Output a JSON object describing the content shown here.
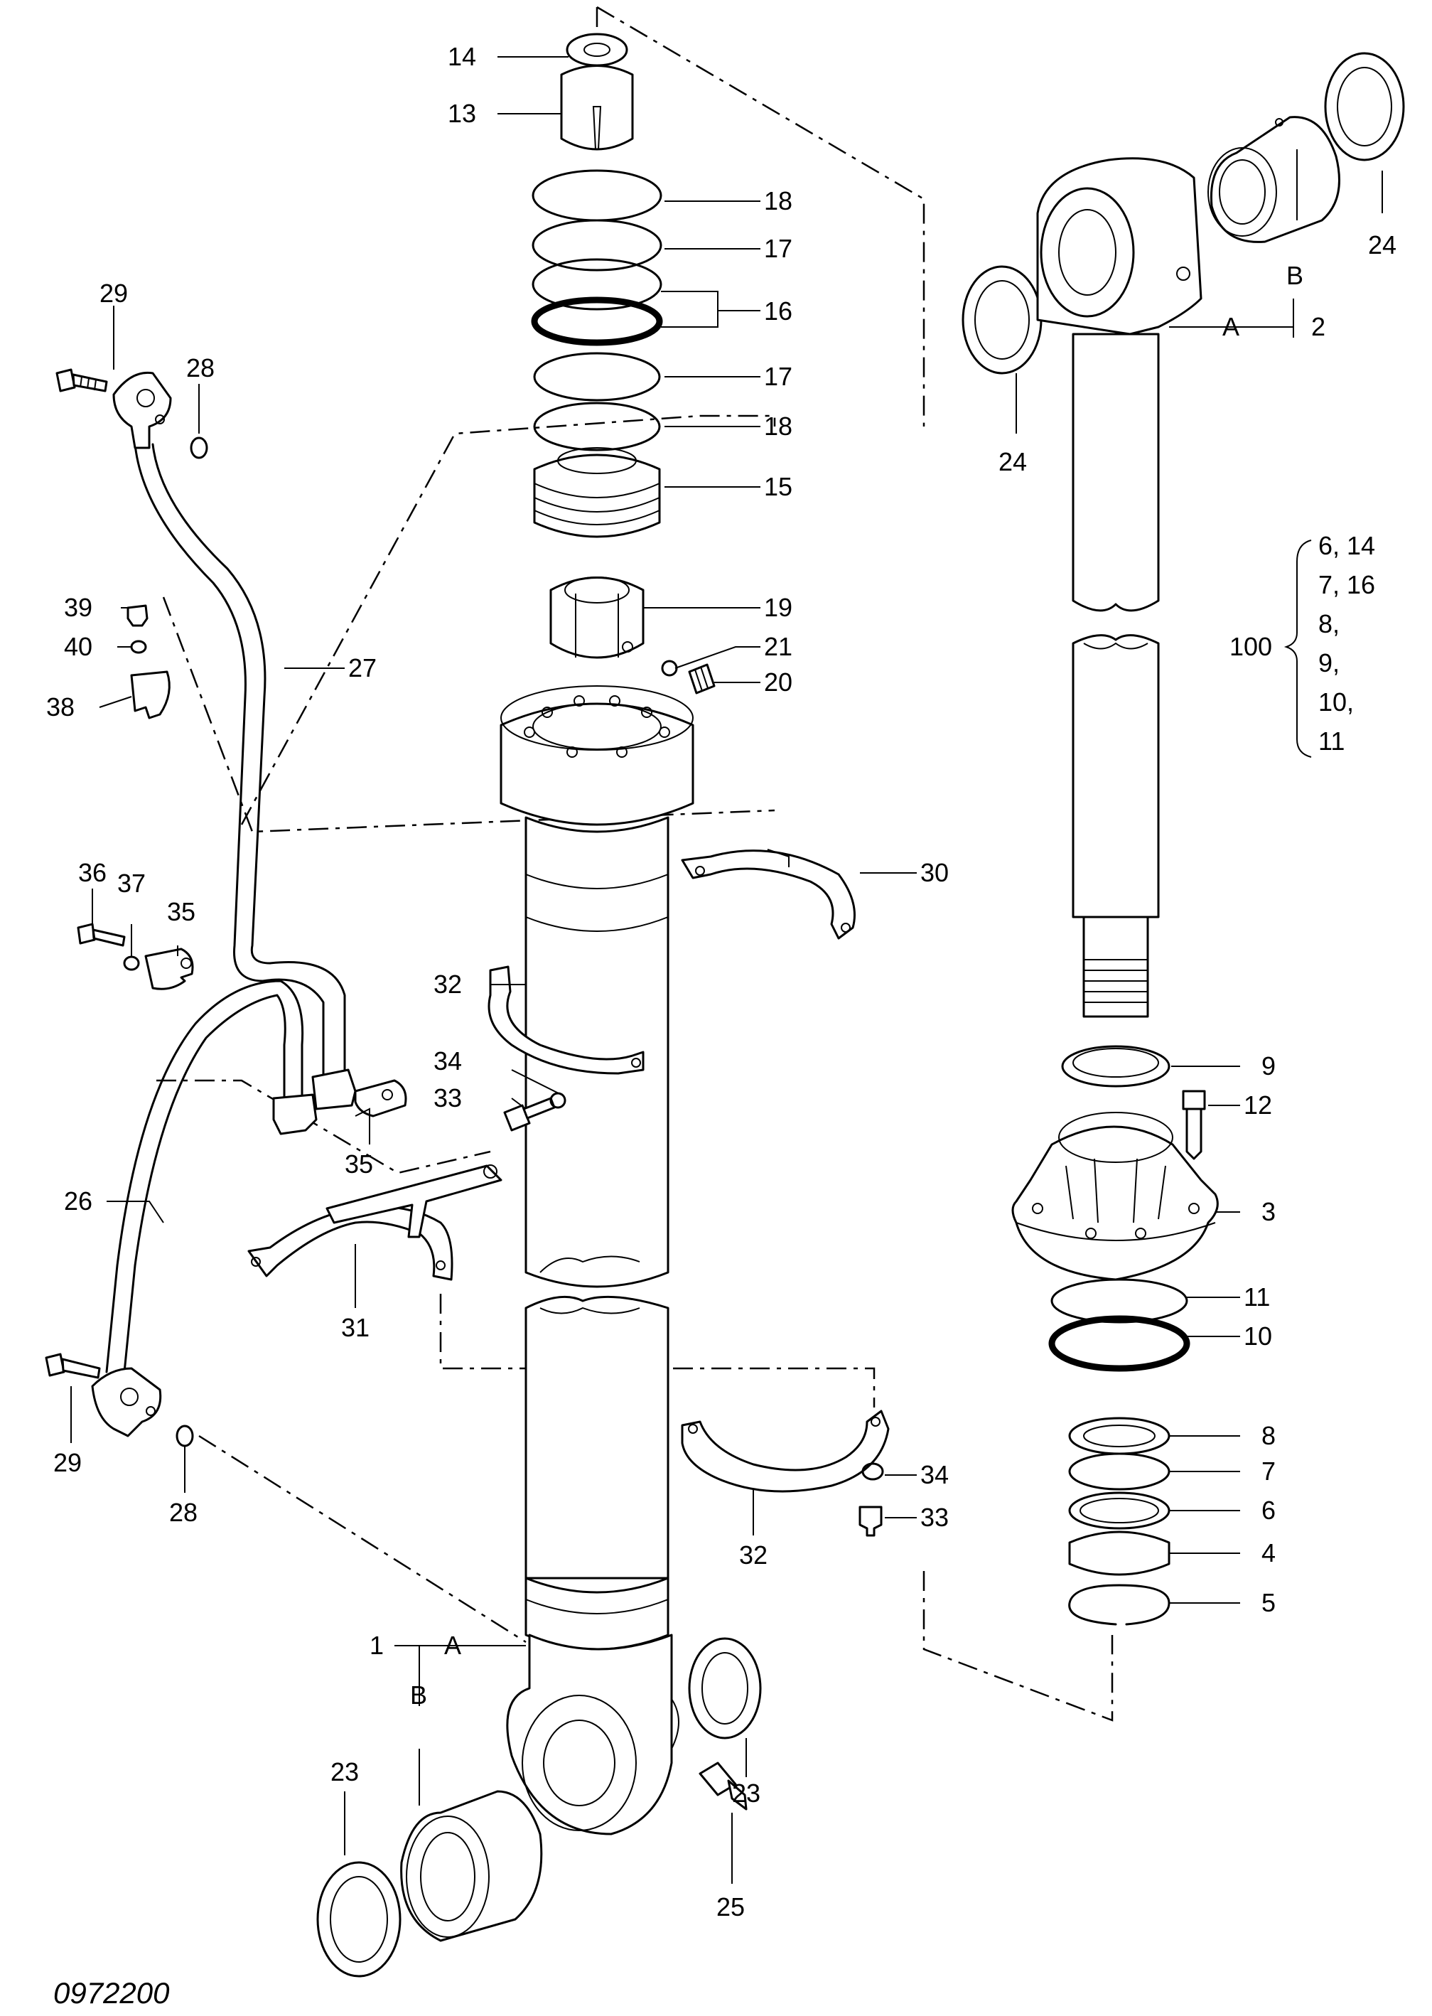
{
  "drawing_code": "0972200",
  "labels": {
    "p1": "1",
    "p2": "2",
    "p3": "3",
    "p4": "4",
    "p5": "5",
    "p6": "6",
    "p7": "7",
    "p8": "8",
    "p9": "9",
    "p10": "10",
    "p11": "11",
    "p12": "12",
    "p13": "13",
    "p14": "14",
    "p15": "15",
    "p16": "16",
    "p17": "17",
    "p18": "18",
    "p19": "19",
    "p20": "20",
    "p21": "21",
    "p23": "23",
    "p24": "24",
    "p25": "25",
    "p26": "26",
    "p27": "27",
    "p28": "28",
    "p29": "29",
    "p30": "30",
    "p31": "31",
    "p32": "32",
    "p33": "33",
    "p34": "34",
    "p35": "35",
    "p36": "36",
    "p37": "37",
    "p38": "38",
    "p39": "39",
    "p40": "40",
    "a": "A",
    "b": "B"
  },
  "kit": {
    "number": "100",
    "lines": [
      "6, 14",
      "7, 16",
      "8,",
      "9,",
      "10,",
      "11"
    ]
  }
}
